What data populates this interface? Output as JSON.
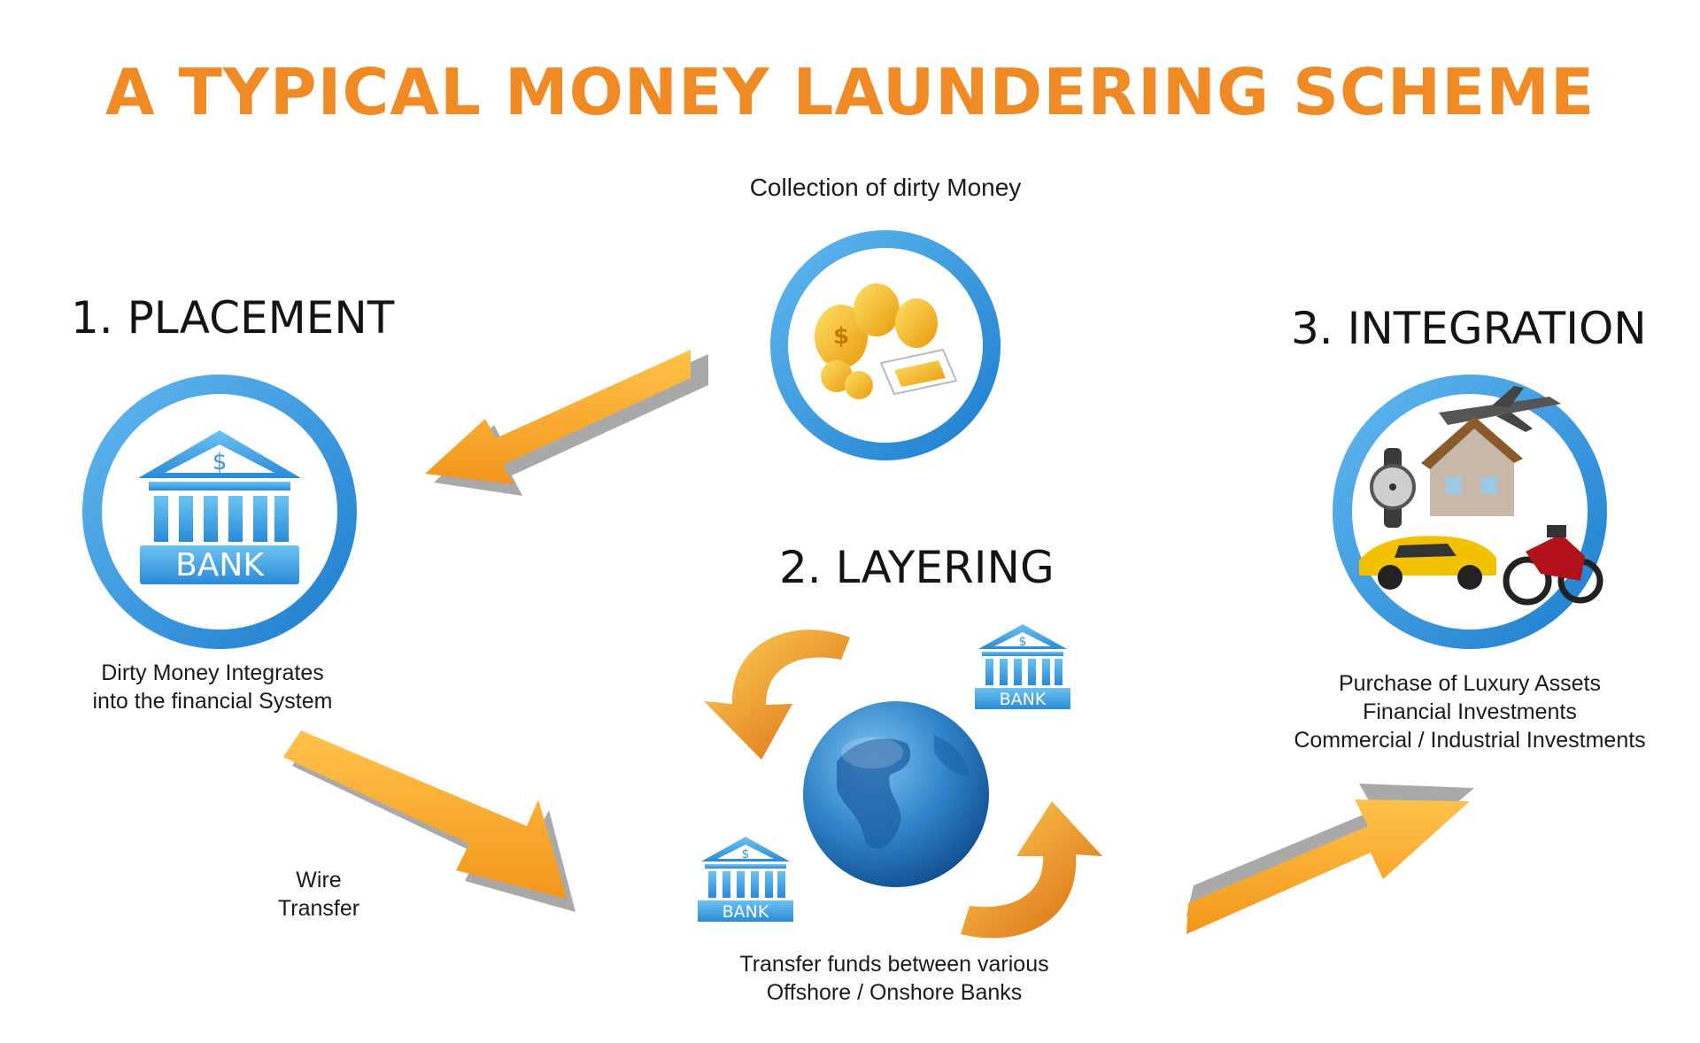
{
  "title": "A TYPICAL  MONEY  LAUNDERING SCHEME",
  "collection": {
    "label": "Collection of dirty Money"
  },
  "placement": {
    "heading": "1. PLACEMENT",
    "bank_label": "BANK",
    "caption": [
      "Dirty Money Integrates",
      "into the financial System"
    ]
  },
  "wire": {
    "caption": [
      "Wire",
      "Transfer"
    ]
  },
  "layering": {
    "heading": "2. LAYERING",
    "bank_label": "BANK",
    "caption": [
      "Transfer funds between various",
      "Offshore / Onshore Banks"
    ]
  },
  "integration": {
    "heading": "3. INTEGRATION",
    "caption": [
      "Purchase of Luxury Assets",
      "Financial Investments",
      "Commercial / Industrial Investments"
    ]
  },
  "colors": {
    "title": "#f08a24",
    "ring": "#3a97dc",
    "arrow": "#f5a623",
    "arrow_side": "#a9a9a9"
  }
}
